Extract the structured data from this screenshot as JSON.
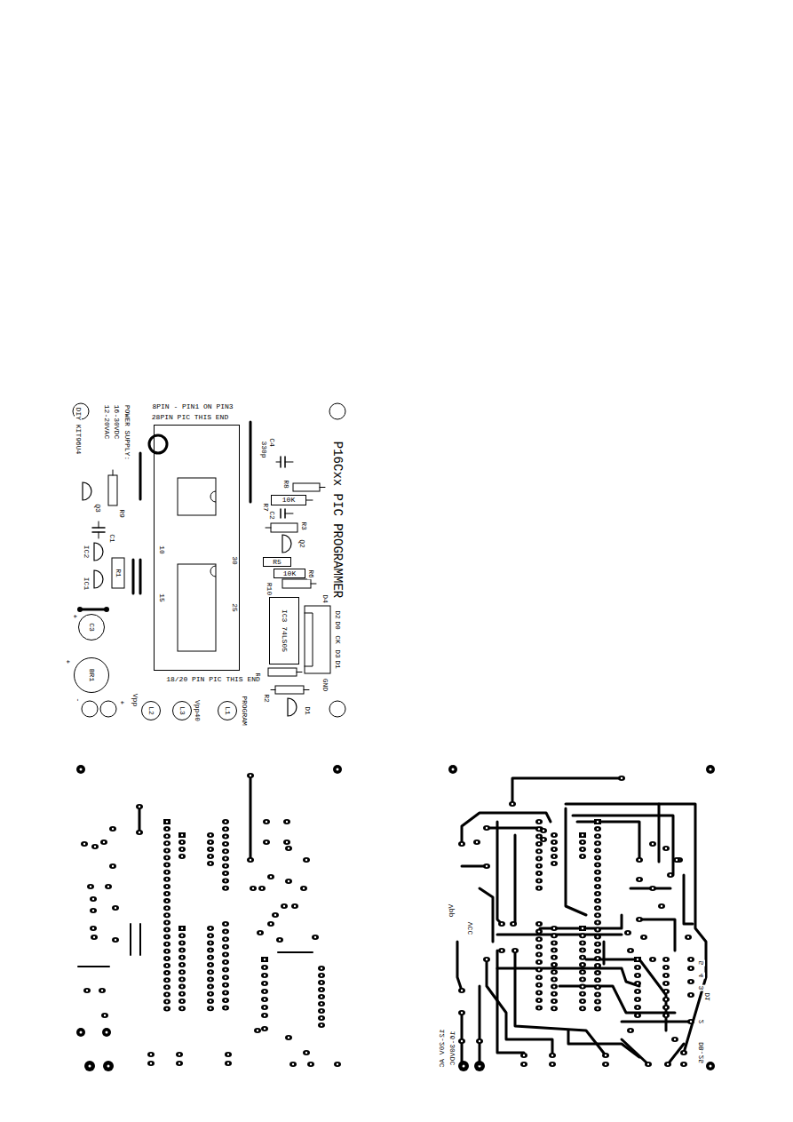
{
  "diagram": {
    "title": "P16Cxx PIC PROGRAMMER",
    "nodes": [
      {
        "text": [
          "10",
          "15",
          "30",
          "25"
        ]
      },
      {
        "text": [
          "IC3 74LS05"
        ]
      },
      {
        "text": [
          "10K"
        ]
      },
      {
        "text": [
          "R5"
        ]
      },
      {
        "text": [
          "10K"
        ]
      },
      {
        "text": [
          "L1"
        ]
      },
      {
        "text": [
          "L3"
        ]
      },
      {
        "text": [
          "L2"
        ]
      },
      {
        "text": [
          "C3"
        ]
      },
      {
        "text": [
          "BR1"
        ]
      }
    ],
    "labels": [
      "8PIN - PIN1 ON PIN3",
      "28PIN PIC THIS END",
      "POWER SUPPLY:",
      "16-30VDC",
      "12-20VAC",
      "DIY KIT96U4",
      "C4",
      "330p",
      "R8",
      "R7",
      "C2",
      "R3",
      "Q2",
      "R6",
      "R10",
      "D4",
      "D2",
      "D0",
      "CK",
      "D3",
      "D1",
      "GND",
      "R4",
      "R2",
      "D1",
      "PROGRAM",
      "Vpp40",
      "Vpp",
      "R9",
      "Q3",
      "C1",
      "IC2",
      "IC1",
      "R1",
      "18/20 PIN PIC THIS END",
      "+",
      "+",
      "-",
      "+",
      "Vpp",
      "VCC",
      "12-20V AC",
      "16-30VDC",
      "D1",
      "DB-25",
      "2",
      "3",
      "4",
      "5"
    ]
  }
}
